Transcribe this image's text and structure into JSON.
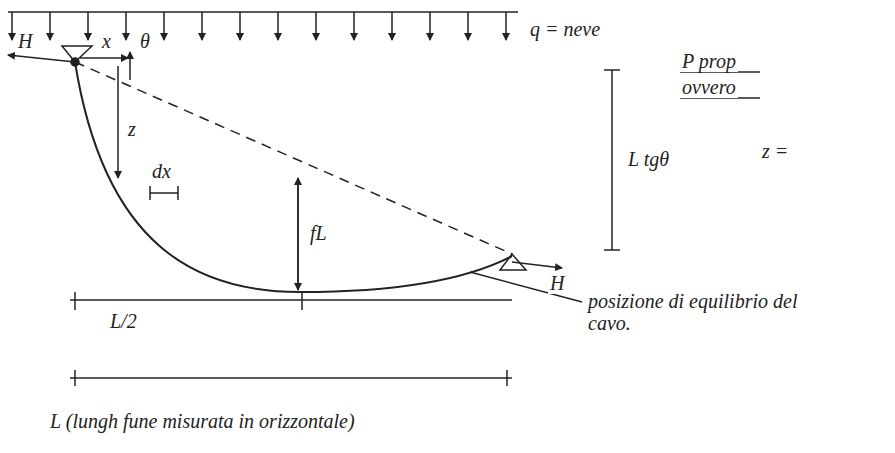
{
  "diagram": {
    "labels": [
      "q = neve",
      "H",
      "x",
      "θ",
      "z",
      "dx",
      "fL",
      "L tgθ",
      "H",
      "L/2",
      "posizione di equilibrio del cavo.",
      "L (lungh fune misurata in orizzontale)",
      "P prop",
      "ovvero",
      "z ="
    ]
  }
}
